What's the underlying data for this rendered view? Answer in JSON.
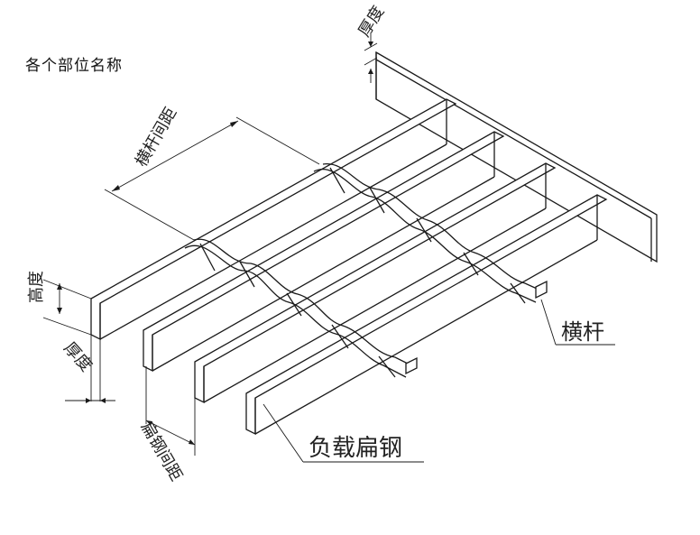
{
  "title": "各个部位名称",
  "labels": {
    "thickness_top": "厚度",
    "crossbar_pitch": "横杆间距",
    "height": "高度",
    "thickness_left": "厚度",
    "bar_pitch": "扁钢间距",
    "crossbar": "横杆",
    "bearing_bar": "负载扁钢"
  },
  "colors": {
    "line": "#1a1a1a",
    "background": "#ffffff"
  }
}
